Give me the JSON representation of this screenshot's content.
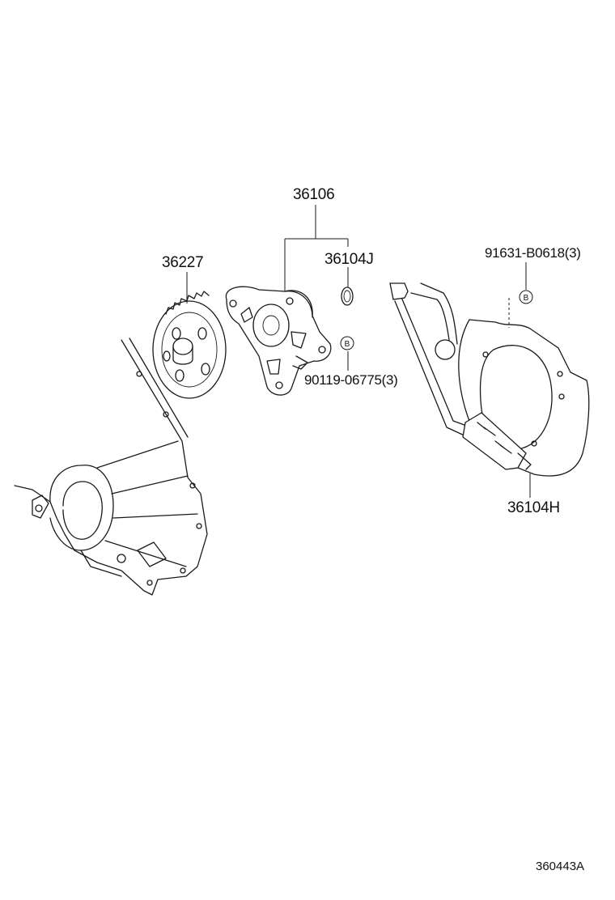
{
  "parts": {
    "p36106": "36106",
    "p36227": "36227",
    "p36104J": "36104J",
    "p90119": "90119-06775(3)",
    "p91631": "91631-B0618(3)",
    "p36104H": "36104H"
  },
  "markers": {
    "b1": "B",
    "b2": "B"
  },
  "ref_code": "360443A"
}
